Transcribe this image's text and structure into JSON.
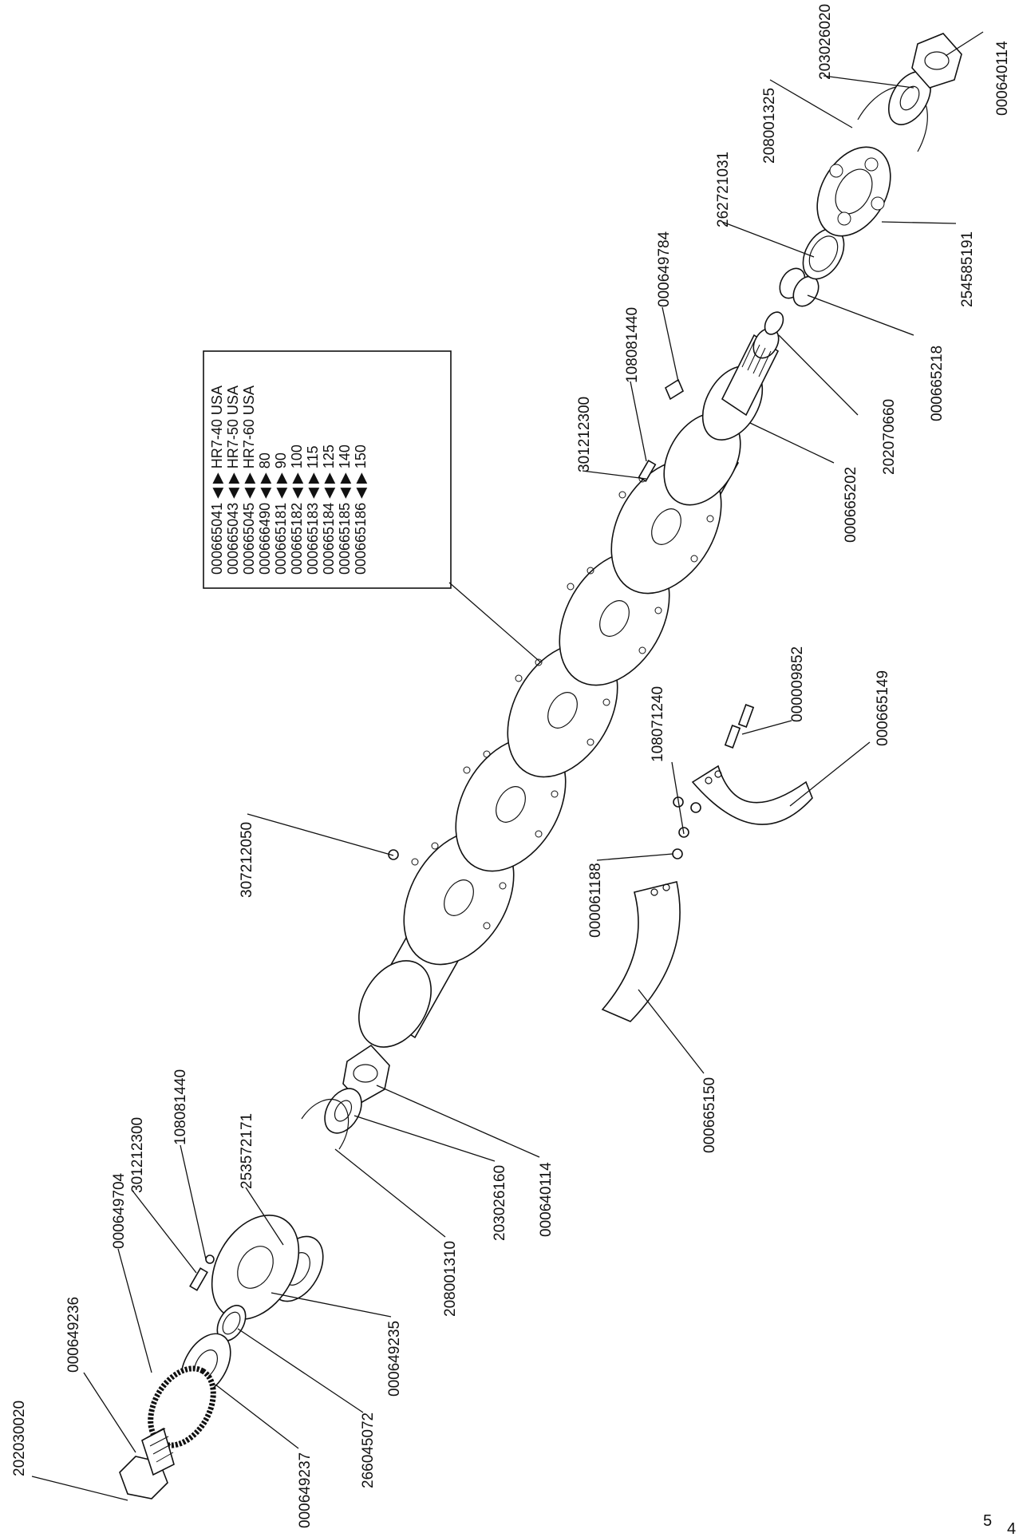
{
  "diagram": {
    "page_number": "5",
    "page_corner_mark": "4",
    "spec_table": {
      "rows": [
        {
          "code": "000665041",
          "value": "HR7-40 USA"
        },
        {
          "code": "000665043",
          "value": "HR7-50 USA"
        },
        {
          "code": "000665045",
          "value": "HR7-60 USA"
        },
        {
          "code": "000666490",
          "value": "80"
        },
        {
          "code": "000665181",
          "value": "90"
        },
        {
          "code": "000665182",
          "value": "100"
        },
        {
          "code": "000665183",
          "value": "115"
        },
        {
          "code": "000665184",
          "value": "125"
        },
        {
          "code": "000665185",
          "value": "140"
        },
        {
          "code": "000665186",
          "value": "150"
        }
      ]
    },
    "part_numbers": [
      "203026020",
      "000640114",
      "208001325",
      "262721031",
      "254585191",
      "000649784",
      "108081440",
      "301212300",
      "000665218",
      "202070660",
      "000665202",
      "000009852",
      "000665149",
      "108071240",
      "000061188",
      "307212050",
      "000665150",
      "253572171",
      "108081440",
      "301212300",
      "000649704",
      "000649236",
      "202030020",
      "000640114",
      "203026160",
      "208001310",
      "000649235",
      "266045072",
      "000649237"
    ]
  }
}
